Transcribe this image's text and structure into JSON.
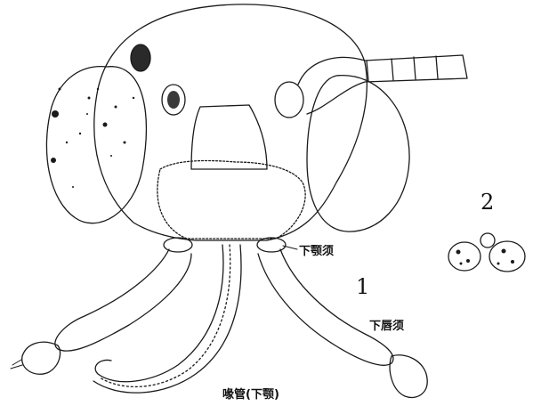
{
  "figure": {
    "colors": {
      "ink": "#1a1a1a",
      "paper": "#ffffff"
    },
    "labels": {
      "maxillary_palp": "下颚须",
      "labial_palp": "下唇须",
      "proboscis": "喙管(下颚)",
      "fig1_number": "1",
      "fig2_number": "2"
    }
  }
}
